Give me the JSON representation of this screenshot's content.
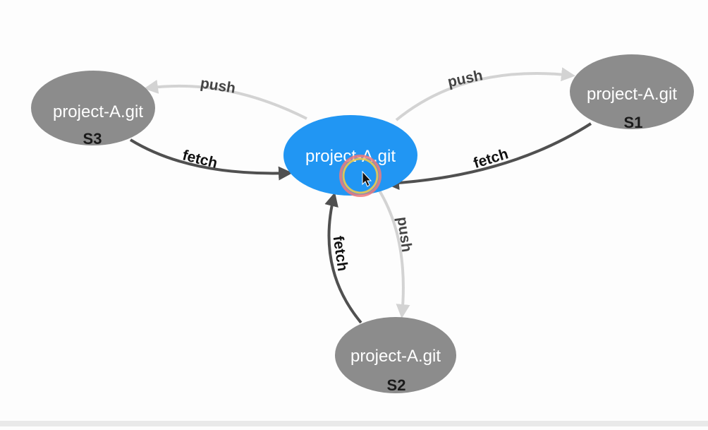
{
  "colors": {
    "background": "#fdfdfd",
    "center_node": "#2196f3",
    "remote_node": "#8c8c8c",
    "push_arrow": "#d3d3d3",
    "fetch_arrow": "#505050",
    "cursor_ring_outer": "#f07a7a",
    "cursor_ring_inner": "#f2c84b"
  },
  "center_node": {
    "label": "project-A.git"
  },
  "remotes": {
    "s1": {
      "label": "project-A.git",
      "server": "S1"
    },
    "s2": {
      "label": "project-A.git",
      "server": "S2"
    },
    "s3": {
      "label": "project-A.git",
      "server": "S3"
    }
  },
  "edges": {
    "push_s1": "push",
    "push_s2": "push",
    "push_s3": "push",
    "fetch_s1": "fetch",
    "fetch_s2": "fetch",
    "fetch_s3": "fetch"
  },
  "cursor": {
    "icon": "mouse-pointer-icon",
    "highlight": "click-highlight-ring"
  }
}
